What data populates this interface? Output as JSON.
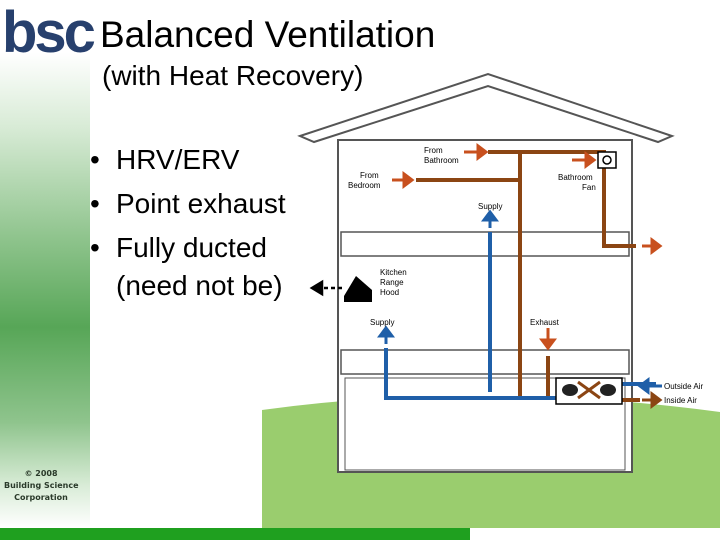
{
  "header": {
    "title": "Balanced Ventilation",
    "subtitle": "(with Heat Recovery)"
  },
  "logo": {
    "text": "bsc"
  },
  "bullets": [
    {
      "dot": "•",
      "text": "HRV/ERV"
    },
    {
      "dot": "•",
      "text": "Point exhaust"
    },
    {
      "dot": "•",
      "text": "Fully ducted"
    },
    {
      "dot": "",
      "text": "(need not be)"
    }
  ],
  "footer": {
    "line1": "© 2008",
    "line2": "Building Science",
    "line3": "Corporation"
  },
  "diagram": {
    "labels": {
      "from_bedroom_1": "From",
      "from_bedroom_2": "Bedroom",
      "from_bathroom_1": "From",
      "from_bathroom_2": "Bathroom",
      "bathroom_fan_1": "Bathroom",
      "bathroom_fan_2": "Fan",
      "supply_upper": "Supply",
      "kitchen_1": "Kitchen",
      "kitchen_2": "Range",
      "kitchen_3": "Hood",
      "supply_lower": "Supply",
      "exhaust": "Exhaust",
      "outside_air": "Outside Air",
      "inside_air": "Inside Air"
    },
    "colors": {
      "exhaust_duct": "#8b4513",
      "supply_duct": "#1f5fa8",
      "arrow_exhaust": "#c8501e",
      "arrow_supply": "#1f5fa8",
      "house_outline": "#555555",
      "ground": "#9acd6e"
    }
  }
}
